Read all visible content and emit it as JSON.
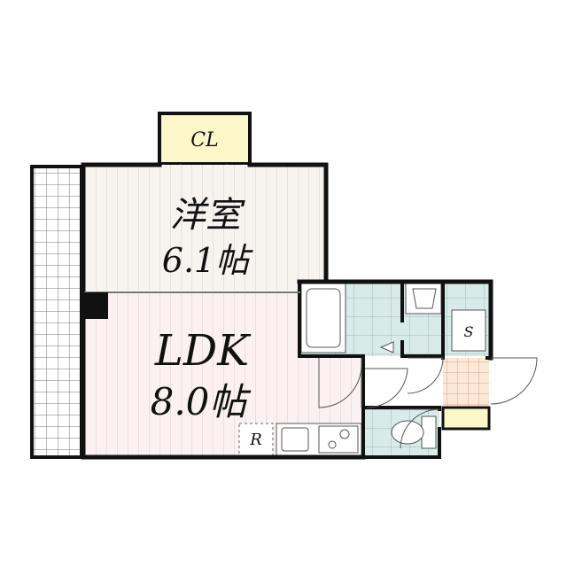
{
  "rooms": {
    "western": {
      "name": "洋室",
      "size": "6.1帖"
    },
    "ldk": {
      "name": "LDK",
      "size": "8.0帖"
    },
    "closet": {
      "label": "CL"
    },
    "refrigerator": {
      "label": "R"
    },
    "shoe_storage": {
      "label": "S"
    }
  },
  "colors": {
    "wall": "#111111",
    "western_floor": "#f7f3ee",
    "ldk_floor": "#fbf1f2",
    "closet_fill": "#fbf7c8",
    "wet_area_tile": "#d8ebe8",
    "entrance_tile": "#fbe8d6",
    "entrance_step": "#fbf7c8",
    "balcony_grid": "#ffffff"
  }
}
